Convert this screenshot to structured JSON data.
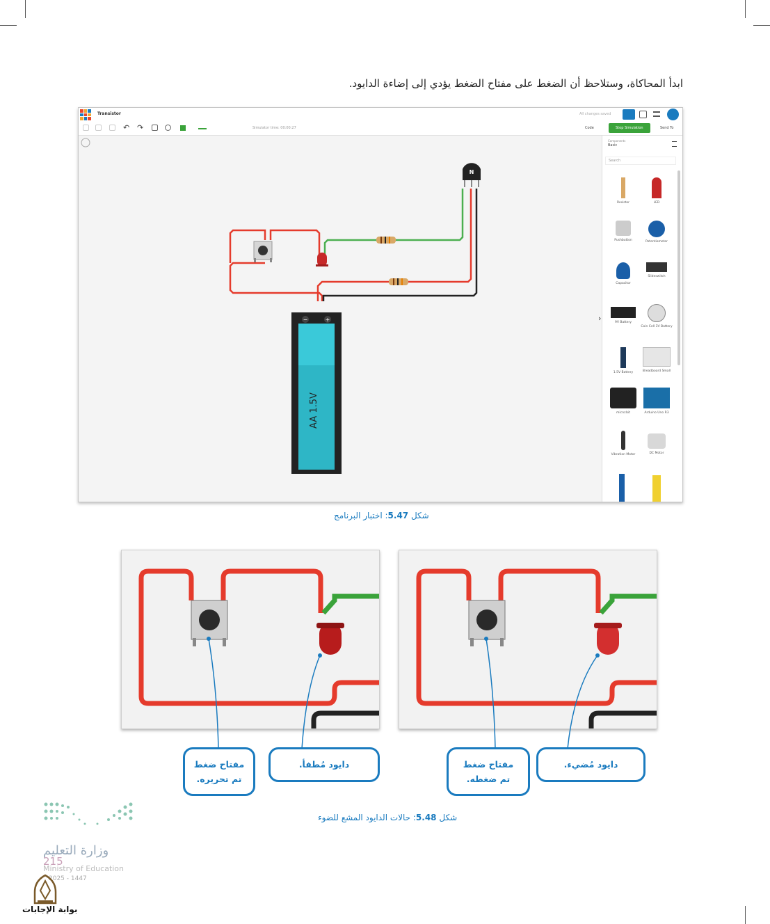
{
  "intro_text": "ابدأ المحاكاة، وستلاحظ أن الضغط على مفتاح الضغط يؤدي إلى إضاءة الدايود.",
  "app": {
    "title": "Transistor",
    "saved_status": "All changes saved",
    "simulator_time": "Simulator time: 00:00:27",
    "code_label": "Code",
    "stop_label": "Stop Simulation",
    "send_label": "Send To",
    "components_label": "Components",
    "components_value": "Basic",
    "search_placeholder": "Search",
    "components": [
      "Resistor",
      "LED",
      "Pushbutton",
      "Potentiometer",
      "Capacitor",
      "Slideswitch",
      "9V Battery",
      "Coin Cell 3V Battery",
      "1.5V Battery",
      "Breadboard Small",
      "micro:bit",
      "Arduino Uno R3",
      "Vibration Motor",
      "DC Motor"
    ],
    "battery_label": "AA 1.5V",
    "transistor_label": "N",
    "battery_minus": "−",
    "battery_plus": "+"
  },
  "caption1": {
    "num": "5.47",
    "prefix": "شكل",
    "text": ": اختبار البرنامج"
  },
  "callouts": {
    "left_led": "دايود مُطفأ.",
    "left_switch_line1": "مفتاح ضغط",
    "left_switch_line2": "تم تحريره.",
    "right_led": "دايود مُضيء.",
    "right_switch_line1": "مفتاح ضغط",
    "right_switch_line2": "تم ضغطه."
  },
  "caption2": {
    "num": "5.48",
    "prefix": "شكل",
    "text": ": حالات الدايود المشع للضوء"
  },
  "footer": {
    "ministry_ar": "وزارة التعليم",
    "ministry_en": "Ministry of Education",
    "page_number": "215",
    "year": "2025 - 1447",
    "site": "بوابة الإجابات"
  },
  "colors": {
    "wire_red": "#e53b2c",
    "wire_green": "#4caf50",
    "wire_black": "#222222",
    "accent_blue": "#1a7bbf",
    "battery_teal": "#2eb6c6"
  }
}
